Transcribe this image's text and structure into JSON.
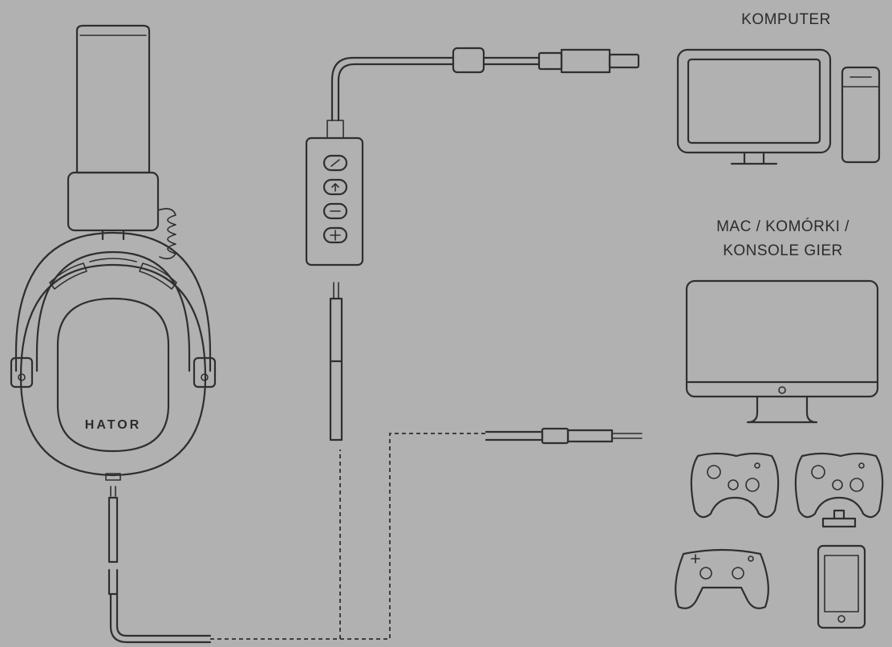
{
  "labels": {
    "computer": "KOMPUTER",
    "mac_line1": "MAC / KOMÓRKI /",
    "mac_line2": "KONSOLE GIER"
  },
  "headset": {
    "brand": "HATOR"
  },
  "colors": {
    "background": "#b1b1b1",
    "line": "#2f2f2f",
    "text": "#2b2b2b"
  }
}
